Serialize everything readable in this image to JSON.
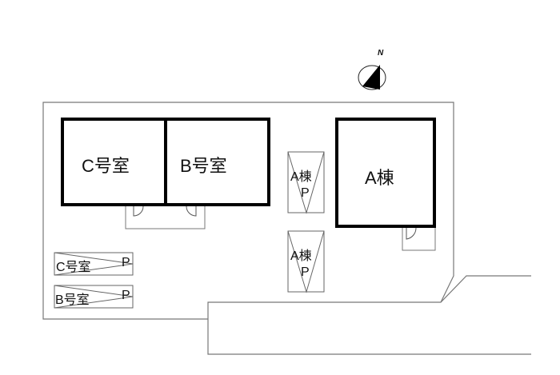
{
  "compass": {
    "north_label": "N"
  },
  "buildings": {
    "c_room": "C号室",
    "b_room": "B号室",
    "a_building": "A棟"
  },
  "parking": {
    "a_parking_1": {
      "name": "A棟",
      "p": "P"
    },
    "a_parking_2": {
      "name": "A棟",
      "p": "P"
    },
    "c_parking": {
      "name": "C号室",
      "p": "P"
    },
    "b_parking": {
      "name": "B号室",
      "p": "P"
    }
  }
}
